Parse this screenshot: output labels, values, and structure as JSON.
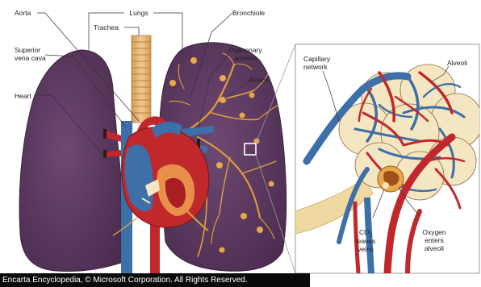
{
  "labels": {
    "aorta": "Aorta",
    "lungs": "Lungs",
    "bronchiole": "Bronchiole",
    "trachea": "Trachea",
    "superior_vena_cava_1": "Superior",
    "superior_vena_cava_2": "vena cava",
    "pulmonary_arteries_1": "Pulmonary",
    "pulmonary_arteries_2": "arteries",
    "alveoli_lung": "Alveoli",
    "heart": "Heart",
    "capillary_network_1": "Capillary",
    "capillary_network_2": "network",
    "alveoli_inset": "Alveoli",
    "co2_leaves_veins_1": "CO",
    "co2_leaves_veins_sub": "2",
    "co2_leaves_veins_2": "leaves",
    "co2_leaves_veins_3": "veins",
    "oxygen_enters_alveoli_1": "Oxygen",
    "oxygen_enters_alveoli_2": "enters",
    "oxygen_enters_alveoli_3": "alveoli"
  },
  "credit": "Encarta Encyclopedia, © Microsoft Corporation. All Rights Reserved.",
  "colors": {
    "lung": "#5e3b62",
    "lung_dark": "#4a2c4e",
    "trachea": "#e8b97a",
    "artery_red": "#c0282c",
    "vein_blue": "#3d6fa8",
    "airway_orange": "#e0a03a",
    "alveoli_cream": "#f4e6c0",
    "credit_bg": "#0a0a0a"
  }
}
